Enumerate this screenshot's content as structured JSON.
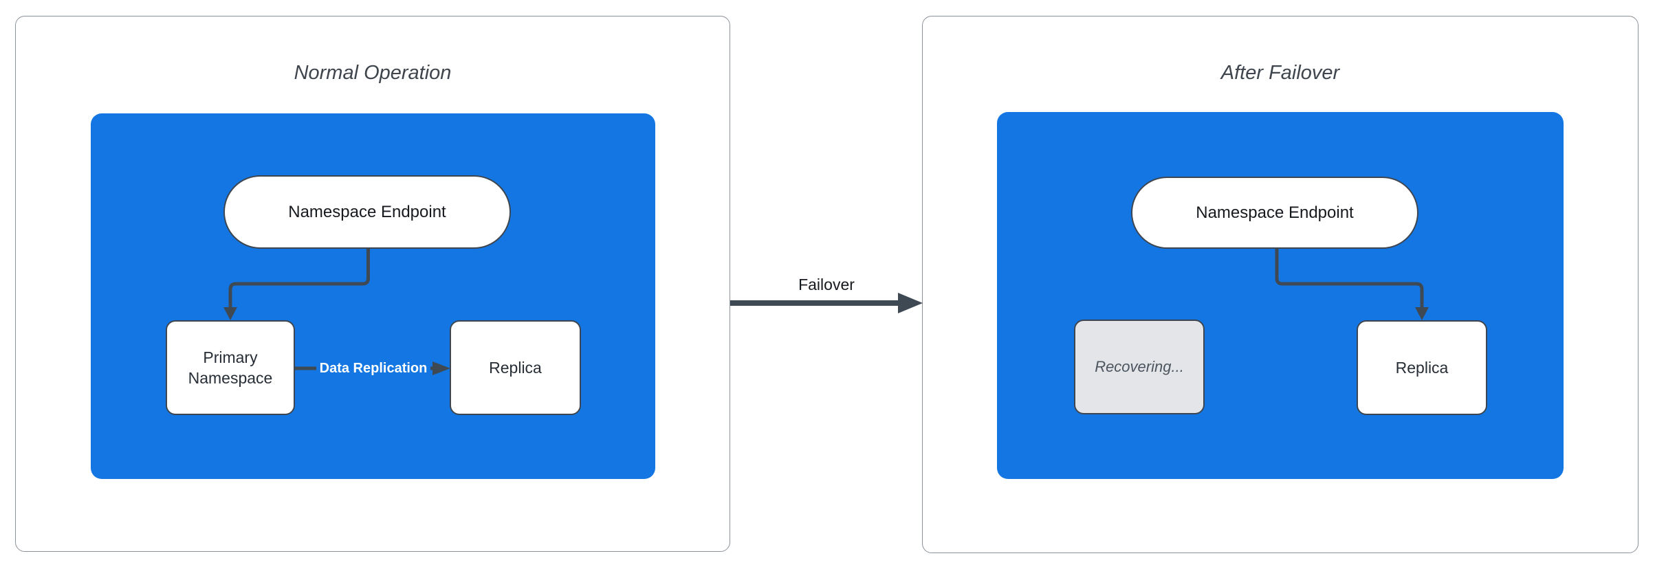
{
  "left_panel": {
    "title": "Normal Operation",
    "endpoint_label": "Namespace Endpoint",
    "primary_label": "Primary Namespace",
    "replica_label": "Replica",
    "replication_edge_label": "Data Replication"
  },
  "transition": {
    "label": "Failover"
  },
  "right_panel": {
    "title": "After Failover",
    "endpoint_label": "Namespace Endpoint",
    "recovering_label": "Recovering...",
    "replica_label": "Replica"
  },
  "colors": {
    "container_blue": "#1476e3",
    "connector_dark": "#3f4954",
    "node_border": "#3d4650",
    "panel_border": "#8b9199",
    "title_color": "#3f454d",
    "label_color": "#272e36",
    "near_black": "#16191e",
    "recovering_fill": "#e3e5e8",
    "recovering_text": "#4c555f",
    "replication_text": "#ffffff"
  }
}
